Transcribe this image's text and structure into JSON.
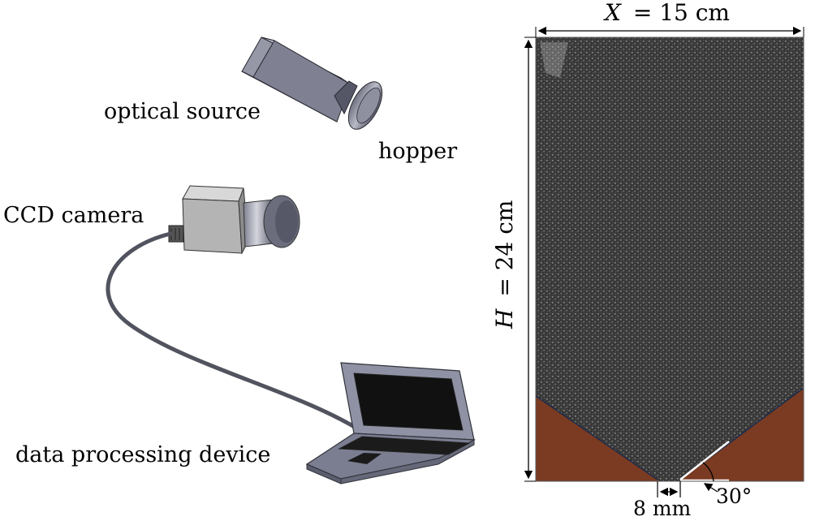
{
  "labels": {
    "optical_source": "optical source",
    "hopper": "hopper",
    "ccd_camera": "CCD camera",
    "data_processing_device": "data processing device"
  },
  "dimensions": {
    "width_var": "X",
    "width_value": "= 15 cm",
    "height_var": "H",
    "height_value": "= 24 cm",
    "outlet": "8 mm",
    "angle": "30°"
  },
  "colors": {
    "hopper_wedge": "#7a3b22",
    "granular_fill": "#3c3c3c",
    "device_body": "#7f8296"
  }
}
